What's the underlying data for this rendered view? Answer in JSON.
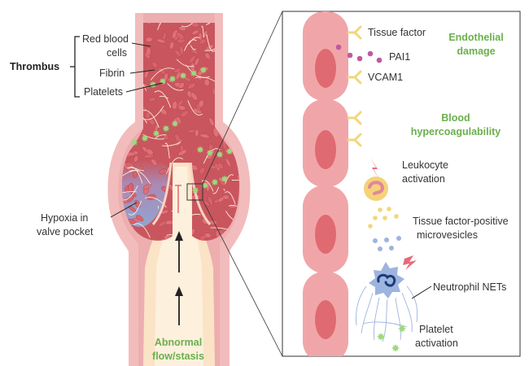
{
  "colors": {
    "vessel_wall": "#efb3b3",
    "vessel_wall_dark": "#e39a9a",
    "lumen_flow": "#fbe3c6",
    "clot": "#c9565e",
    "rbc": "#d9636b",
    "fibrin": "#fff3e2",
    "platelet": "#9fd87f",
    "hypoxia": "#8fa8d6",
    "endothelial_cell": "#f0a6a8",
    "nucleus": "#e06a72",
    "receptor": "#f2d77a",
    "pai1": "#c05aa0",
    "leukocyte": "#f4d27a",
    "microvesicle_yellow": "#f2d77a",
    "microvesicle_blue": "#9db4de",
    "neutrophil": "#9db4de",
    "green_label": "#6ab04c",
    "lightning": "#e86a7a"
  },
  "left": {
    "title": "Thrombus",
    "labels": {
      "rbc_line1": "Red blood",
      "rbc_line2": "cells",
      "fibrin": "Fibrin",
      "platelets": "Platelets",
      "hypoxia_line1": "Hypoxia in",
      "hypoxia_line2": "valve pocket",
      "flow_line1": "Abnormal",
      "flow_line2": "flow/stasis"
    }
  },
  "right": {
    "headings": {
      "endothelial_line1": "Endothelial",
      "endothelial_line2": "damage",
      "blood_line1": "Blood",
      "blood_line2": "hypercoagulability"
    },
    "labels": {
      "tissue_factor": "Tissue factor",
      "pai1": "PAI1",
      "vcam1": "VCAM1",
      "leukocyte_line1": "Leukocyte",
      "leukocyte_line2": "activation",
      "microvesicles_line1": "Tissue factor-positive",
      "microvesicles_line2": "microvesicles",
      "neutrophil_nets": "Neutrophil NETs",
      "platelet_line1": "Platelet",
      "platelet_line2": "activation"
    }
  }
}
